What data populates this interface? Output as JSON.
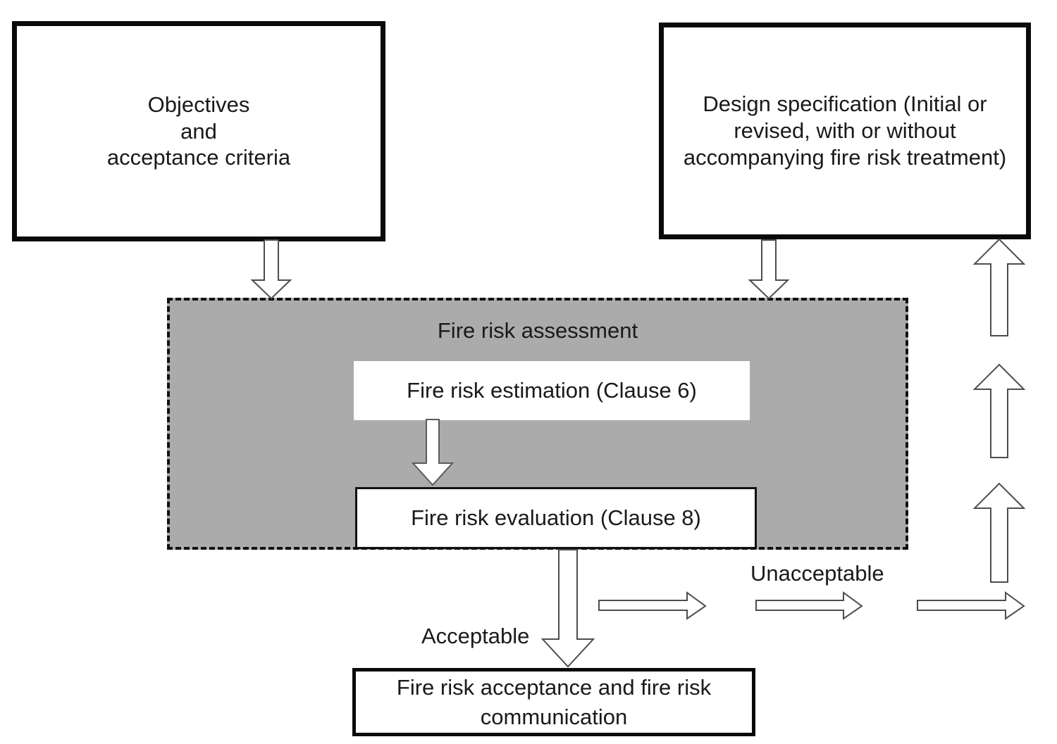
{
  "diagram": {
    "boxes": {
      "objectives": {
        "lines": [
          "Objectives",
          "and",
          "acceptance criteria"
        ]
      },
      "design_spec": {
        "lines": [
          "Design specification (Initial or",
          "revised, with or without",
          "accompanying fire risk treatment)"
        ]
      },
      "fire_risk_assessment": {
        "title": "Fire risk assessment"
      },
      "estimation": {
        "label": "Fire risk estimation (Clause 6)"
      },
      "evaluation": {
        "label": "Fire risk evaluation (Clause 8)"
      },
      "acceptance": {
        "lines": [
          "Fire risk acceptance and fire risk",
          "communication"
        ]
      }
    },
    "labels": {
      "acceptable": "Acceptable",
      "unacceptable": "Unacceptable"
    },
    "arrows": [
      {
        "name": "objectives-to-assessment",
        "direction": "down",
        "style": "outline"
      },
      {
        "name": "design-spec-to-assessment",
        "direction": "down",
        "style": "outline"
      },
      {
        "name": "estimation-to-evaluation",
        "direction": "down",
        "style": "white-filled"
      },
      {
        "name": "evaluation-to-acceptance",
        "direction": "down",
        "style": "outline",
        "label": "Acceptable"
      },
      {
        "name": "unacceptable-right-1",
        "direction": "right",
        "style": "outline",
        "label": "Unacceptable"
      },
      {
        "name": "unacceptable-right-2",
        "direction": "right",
        "style": "outline"
      },
      {
        "name": "unacceptable-right-3",
        "direction": "right",
        "style": "outline"
      },
      {
        "name": "feedback-up-1",
        "direction": "up",
        "style": "outline"
      },
      {
        "name": "feedback-up-2",
        "direction": "up",
        "style": "outline"
      },
      {
        "name": "feedback-up-3",
        "direction": "up",
        "style": "outline"
      }
    ],
    "colors": {
      "assessment_fill": "#ababab",
      "box_border": "#0a0a0a",
      "arrow_outline": "#4d4d4d",
      "text": "#1a1a1a",
      "background": "#ffffff"
    }
  }
}
